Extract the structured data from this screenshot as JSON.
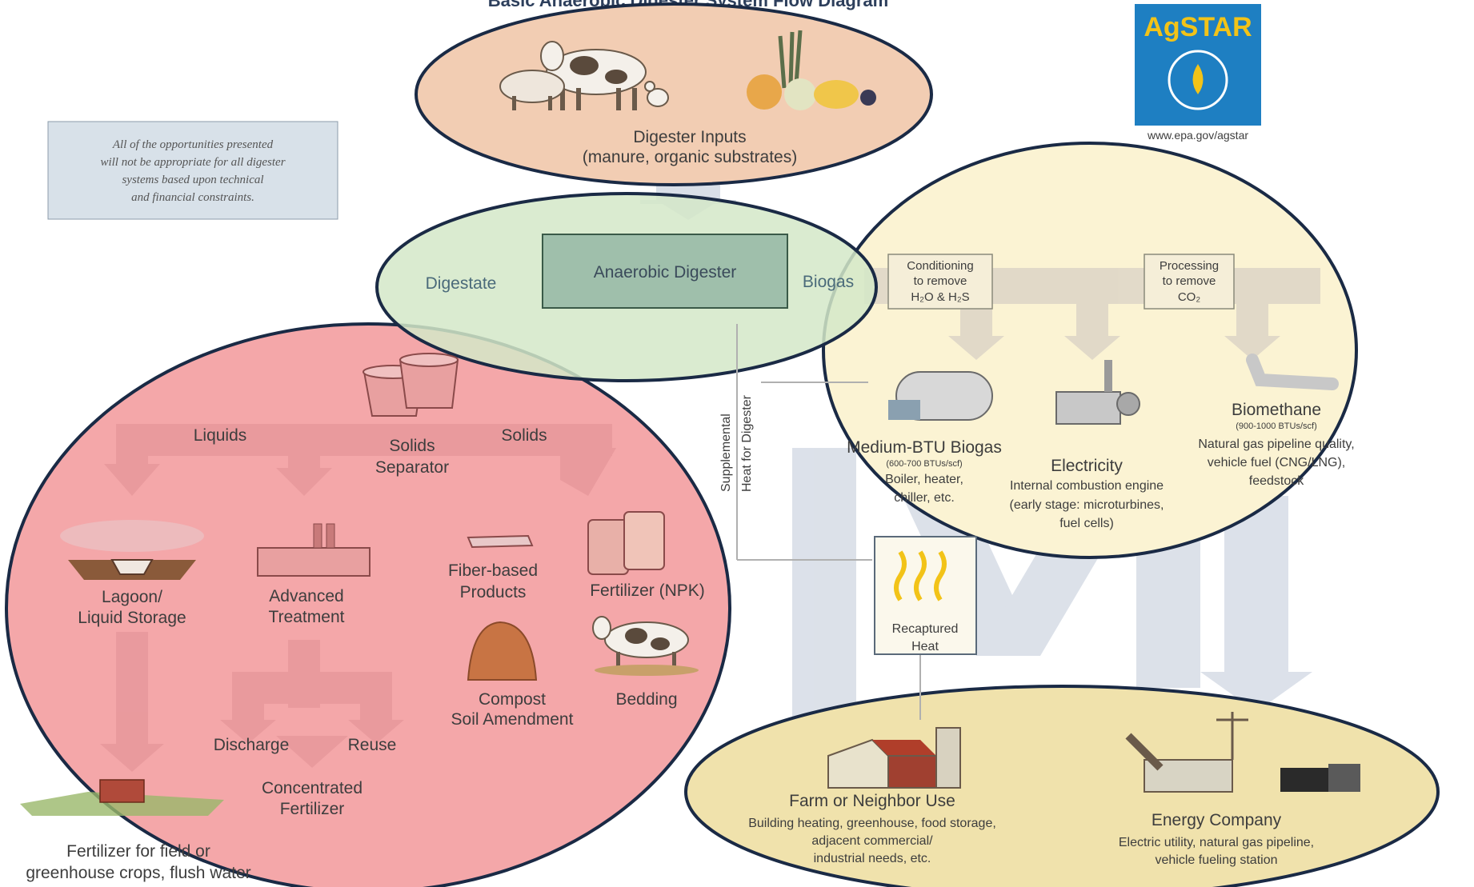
{
  "title": "Basic Anaerobic Digester System Flow Diagram",
  "logo": {
    "name": "AgSTAR",
    "url": "www.epa.gov/agstar"
  },
  "note": [
    "All of the opportunities presented",
    "will not be appropriate for all digester",
    "systems based upon technical",
    "and financial constraints."
  ],
  "inputs": {
    "label": "Digester Inputs",
    "sub": "(manure, organic substrates)"
  },
  "digester": {
    "label": "Anaerobic Digester",
    "left": "Digestate",
    "right": "Biogas"
  },
  "conditioning": [
    "Conditioning",
    "to remove",
    "H₂O & H₂S"
  ],
  "processing": [
    "Processing",
    "to remove",
    "CO₂"
  ],
  "medium_btu": {
    "title": "Medium-BTU Biogas",
    "range": "(600-700 BTUs/scf)",
    "uses": [
      "Boiler, heater,",
      "chiller, etc."
    ]
  },
  "electricity": {
    "title": "Electricity",
    "lines": [
      "Internal combustion engine",
      "(early stage: microturbines,",
      "fuel cells)"
    ]
  },
  "biomethane": {
    "title": "Biomethane",
    "range": "(900-1000 BTUs/scf)",
    "lines": [
      "Natural gas pipeline quality,",
      "vehicle fuel (CNG/LNG),",
      "feedstock"
    ]
  },
  "supplemental": [
    "Supplemental",
    "Heat for Digester"
  ],
  "recaptured": [
    "Recaptured",
    "Heat"
  ],
  "separator": [
    "Solids",
    "Separator"
  ],
  "liquids": "Liquids",
  "solids": "Solids",
  "lagoon": [
    "Lagoon/",
    "Liquid Storage"
  ],
  "advanced": [
    "Advanced",
    "Treatment"
  ],
  "fiber": [
    "Fiber-based",
    "Products"
  ],
  "fertilizer_npk": "Fertilizer (NPK)",
  "compost": [
    "Compost",
    "Soil Amendment"
  ],
  "bedding": "Bedding",
  "discharge": "Discharge",
  "reuse": "Reuse",
  "concentrated": [
    "Concentrated",
    "Fertilizer"
  ],
  "field": [
    "Fertilizer for field or",
    "greenhouse crops, flush water"
  ],
  "farm": {
    "title": "Farm or Neighbor Use",
    "lines": [
      "Building heating, greenhouse, food storage,",
      "adjacent commercial/",
      "industrial needs, etc."
    ]
  },
  "energy": {
    "title": "Energy Company",
    "lines": [
      "Electric utility, natural gas pipeline,",
      "vehicle fueling station"
    ]
  },
  "colors": {
    "inputs_fill": "#f2cdb3",
    "digester_fill": "#d4e8c8",
    "biogas_fill": "#fbf3d3",
    "solids_fill": "#f4a7a9",
    "end_use_fill": "#f0e2ac",
    "outline": "#1a2a45"
  }
}
